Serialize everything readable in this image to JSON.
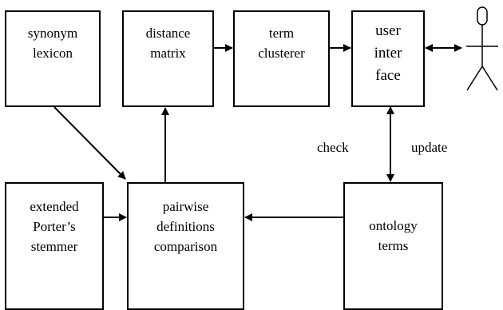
{
  "boxes": {
    "synonym_lexicon": [
      "synonym",
      "lexicon"
    ],
    "distance_matrix": [
      "distance",
      "matrix"
    ],
    "term_clusterer": [
      "term",
      "clusterer"
    ],
    "user_interface": [
      "user",
      "inter",
      "face"
    ],
    "extended_porter": [
      "extended",
      "Porter’s",
      "stemmer"
    ],
    "pairwise": [
      "pairwise",
      "definitions",
      "comparison"
    ],
    "ontology_terms": [
      "ontology",
      "terms"
    ]
  },
  "edge_labels": {
    "check": "check",
    "update": "update"
  }
}
